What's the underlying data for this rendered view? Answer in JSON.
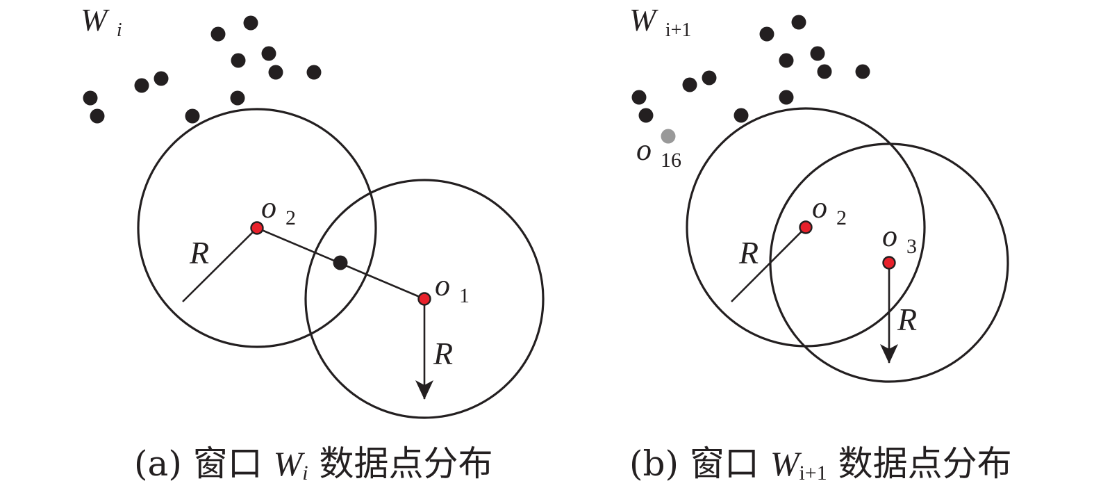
{
  "panel_a": {
    "window_main": "W",
    "window_sub": "i",
    "center_labels": [
      {
        "main": "o",
        "sub": "2"
      },
      {
        "main": "o",
        "sub": "1"
      }
    ],
    "radius_labels": [
      "R",
      "R"
    ],
    "caption": {
      "prefix": "(a) 窗口 ",
      "sym_main": "W",
      "sym_sub": "i",
      "suffix": " 数据点分布"
    }
  },
  "panel_b": {
    "window_main": "W",
    "window_sub": "i+1",
    "outlier_label": {
      "main": "o",
      "sub": "16"
    },
    "center_labels": [
      {
        "main": "o",
        "sub": "2"
      },
      {
        "main": "o",
        "sub": "3"
      }
    ],
    "radius_labels": [
      "R",
      "R"
    ],
    "caption": {
      "prefix": "(b) 窗口 ",
      "sym_main": "W",
      "sym_sub": "i+1",
      "suffix": " 数据点分布"
    }
  },
  "colors": {
    "ink": "#231f20",
    "center_point": "#e8212b",
    "outlier_point": "#999999"
  }
}
